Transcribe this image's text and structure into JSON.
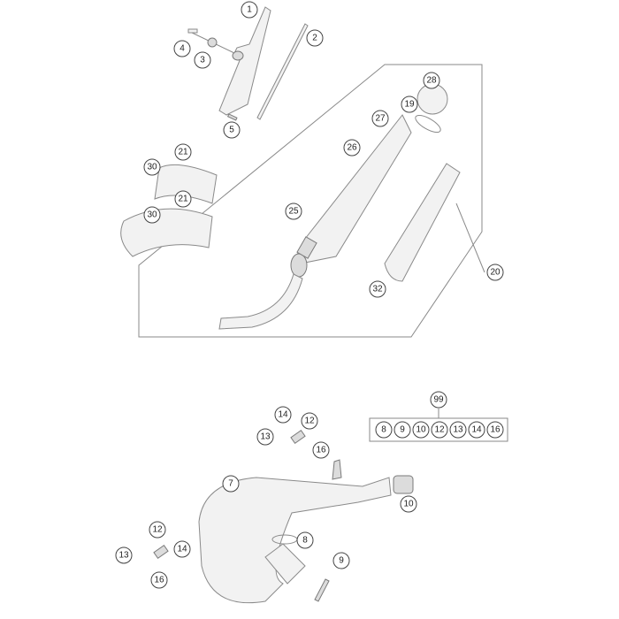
{
  "diagram": {
    "type": "exploded-parts-diagram",
    "callouts": {
      "c1": "1",
      "c2": "2",
      "c3": "3",
      "c4": "4",
      "c5": "5",
      "c28": "28",
      "c19": "19",
      "c27": "27",
      "c26": "26",
      "c21a": "21",
      "c30a": "30",
      "c21b": "21",
      "c30b": "30",
      "c25": "25",
      "c20": "20",
      "c32": "32",
      "c99": "99",
      "kit": [
        "8",
        "9",
        "10",
        "12",
        "13",
        "14",
        "16"
      ],
      "c14a": "14",
      "c12a": "12",
      "c13a": "13",
      "c16a": "16",
      "c7": "7",
      "c10": "10",
      "c8": "8",
      "c12b": "12",
      "c13b": "13",
      "c14b": "14",
      "c16b": "16",
      "c9": "9"
    }
  }
}
